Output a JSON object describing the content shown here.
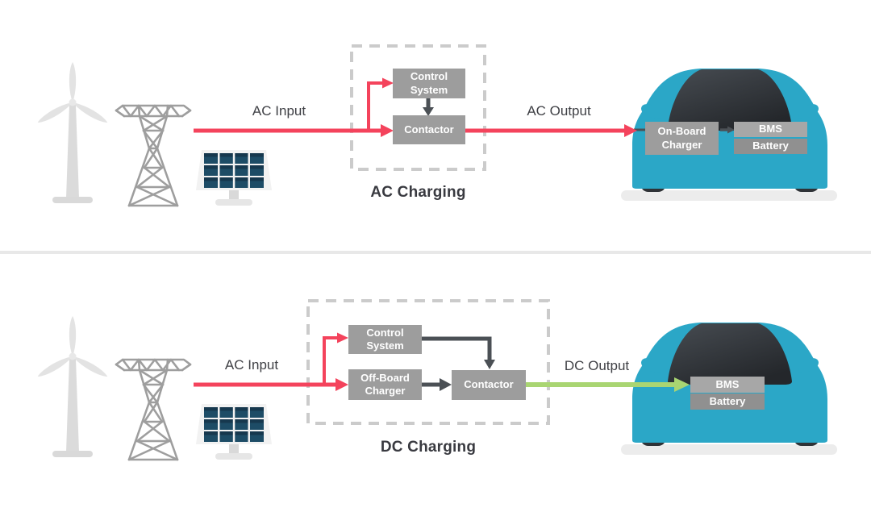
{
  "diagram": {
    "kind": "EV charging comparison diagram",
    "sections": {
      "ac": {
        "input_label": "AC Input",
        "output_label": "AC Output",
        "title": "AC Charging",
        "boxes": {
          "control": "Control System",
          "contactor": "Contactor",
          "onboard": "On-Board Charger",
          "bms": "BMS",
          "battery": "Battery"
        }
      },
      "dc": {
        "input_label": "AC Input",
        "output_label": "DC Output",
        "title": "DC Charging",
        "boxes": {
          "control": "Control System",
          "offboard": "Off-Board Charger",
          "contactor": "Contactor",
          "bms": "BMS",
          "battery": "Battery"
        }
      }
    },
    "icons": [
      "wind-turbine-icon",
      "transmission-tower-icon",
      "solar-panel-icon",
      "car-icon"
    ],
    "colors": {
      "ac_line": "#F4435C",
      "dc_line": "#A9D572",
      "signal": "#4B5055",
      "box": "#9D9D9D",
      "box_light": "#A7A7A7",
      "box_dark": "#909090",
      "dash": "#CBCBCB",
      "car": "#2BA7C7",
      "text": "#3F4045",
      "divider": "#E8E8E8"
    }
  }
}
